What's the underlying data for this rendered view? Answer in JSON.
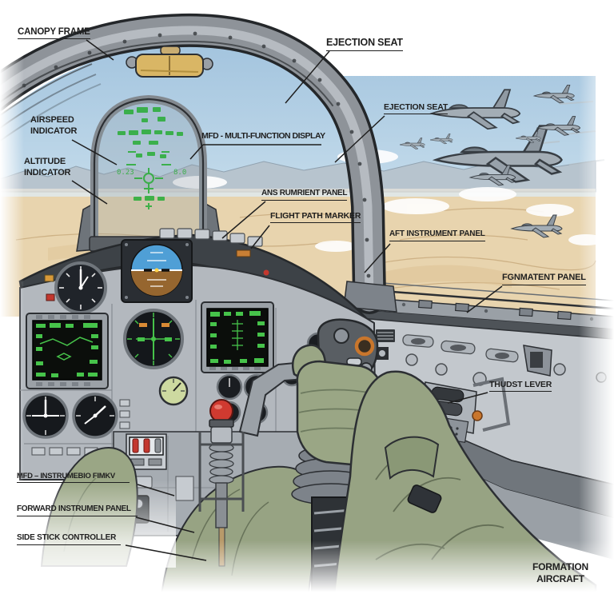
{
  "labels": {
    "canopy_frame": "CANOPY FRAME",
    "airspeed_1": "AIRSPEED",
    "airspeed_2": "INDICATOR",
    "altitude_1": "ALTITUDE",
    "altitude_2": "INDICATOR",
    "mfd_display": "MFD - MULTI-FUNCTION DISPLAY",
    "ejection_top": "EJECTION SEAT",
    "ejection_mid": "EJECTION SEAT",
    "instrument_panel": "ANS RUMRIENT PANEL",
    "flight_path_marker": "FLIGHT PATH MARKER",
    "aft_instrument_panel": "AFT INSTRUMENT PANEL",
    "fonmatent_panel": "FGNMATENT PANEL",
    "thrust_lever": "THUDST LEVER",
    "mfd_instrument": "MFD – INSTRUMEBIO FIMKV",
    "forward_instrument_panel": "FORWARD INSTRUMEN PANEL",
    "side_stick_controller": "SIDE STICK CONTROLLER",
    "formation_1": "FORMATION",
    "formation_2": "AIRCRAFT"
  },
  "hud": {
    "readout_left": "0.23",
    "readout_right": "8.0"
  },
  "colors": {
    "sky": "#a8c8e0",
    "desert": "#e8d4ae",
    "mountains": "#b7c3cd",
    "panel_gray": "#b3b8be",
    "frame_gray": "#8e9399",
    "dark_trim": "#2c2f33",
    "hud_green": "#2fae3e",
    "screen_green": "#46c34a",
    "adi_blue": "#4f9fd6",
    "adi_brown": "#96662f",
    "flight_suit": "#97a383",
    "red_button": "#d03a30",
    "orange_ring": "#c9762c",
    "canopy_latch": "#d9b665",
    "label_ink": "#1f1f1f"
  }
}
